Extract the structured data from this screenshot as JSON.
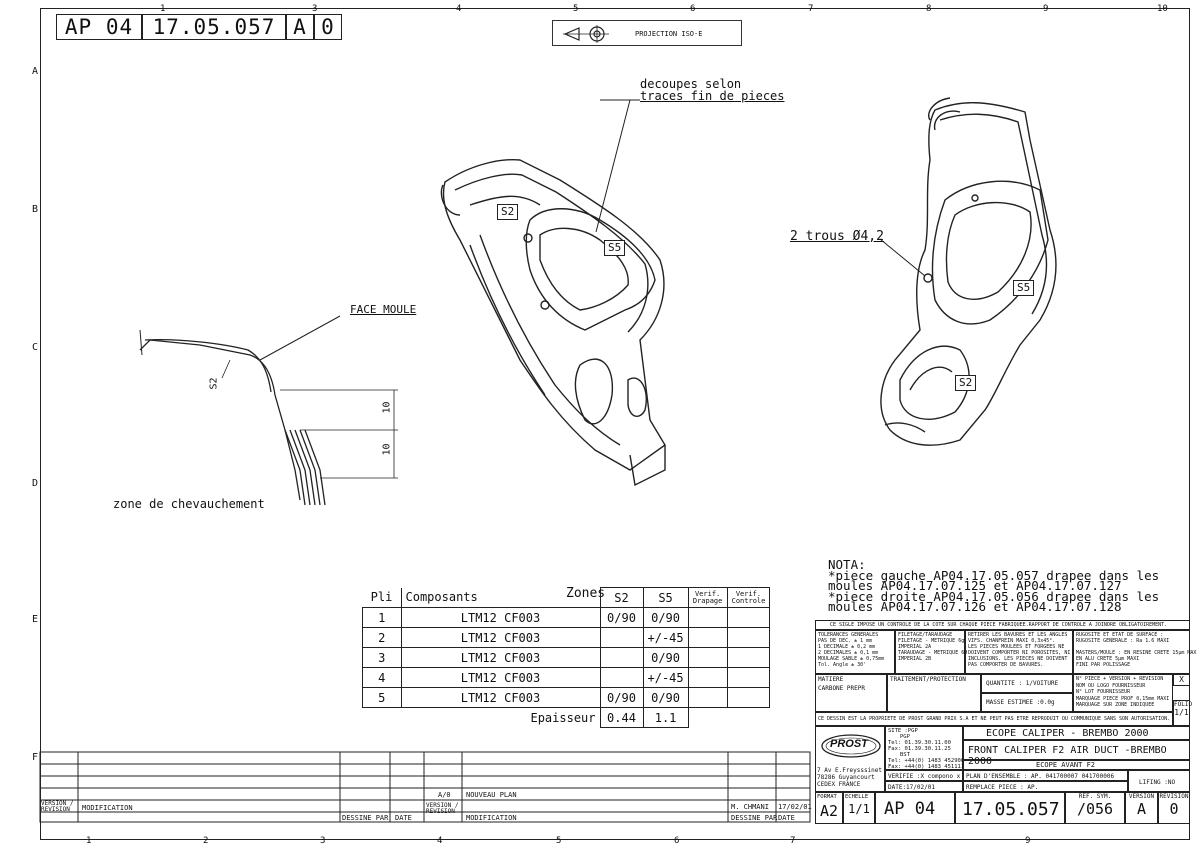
{
  "header": {
    "drawing_prefix": "AP 04",
    "drawing_number": "17.05.057",
    "revision_letter": "A",
    "revision_number": "0",
    "projection_label": "PROJECTION ISO-E"
  },
  "grid": {
    "columns": [
      "1",
      "2",
      "3",
      "4",
      "5",
      "6",
      "7",
      "8",
      "9",
      "10"
    ],
    "rows": [
      "A",
      "B",
      "C",
      "D",
      "E",
      "F"
    ]
  },
  "annotations": {
    "cut_note_line1": "decoupes selon",
    "cut_note_line2": "traces fin de pieces",
    "holes": "2 trous Ø4,2",
    "face_moule": "FACE MOULE",
    "overlap_zone": "zone de chevauchement",
    "dim_10_a": "10",
    "dim_10_b": "10",
    "section_label": "S2",
    "left_part_s2": "S2",
    "left_part_s5": "S5",
    "right_part_s5": "S5",
    "right_part_s2": "S2"
  },
  "notes": {
    "title": "NOTA:",
    "line1": "*piece gauche AP04.17.05.057 drapee dans les",
    "line2": "moules AP04.17.07.125 et AP04.17.07.127",
    "line3": "*piece droite AP04.17.05.056 drapee dans les",
    "line4": "moules AP04.17.07.126 et AP04.17.07.128"
  },
  "plies_table": {
    "col_ply": "Pli",
    "col_components": "Composants",
    "zones_label": "Zones",
    "col_s2": "S2",
    "col_s5": "S5",
    "col_verif_drapage": "Verif. Drapage",
    "col_verif_controle": "Verif. Controle",
    "rows": [
      {
        "ply": "1",
        "component": "LTM12 CF003",
        "s2": "0/90",
        "s5": "0/90"
      },
      {
        "ply": "2",
        "component": "LTM12 CF003",
        "s2": "",
        "s5": "+/-45"
      },
      {
        "ply": "3",
        "component": "LTM12 CF003",
        "s2": "",
        "s5": "0/90"
      },
      {
        "ply": "4",
        "component": "LTM12 CF003",
        "s2": "",
        "s5": "+/-45"
      },
      {
        "ply": "5",
        "component": "LTM12 CF003",
        "s2": "0/90",
        "s5": "0/90"
      }
    ],
    "thickness_label": "Epaisseur",
    "thickness_s2": "0.44",
    "thickness_s5": "1.1"
  },
  "title_block": {
    "sign_notice": "CE SIGLE IMPOSE UN CONTROLE DE LA COTE SUR CHAQUE PIECE FABRIQUEE.RAPPORT DE CONTROLE A JOINDRE OBLIGATOIREMENT.",
    "tolerances_title": "TOLERANCES GENERALES",
    "tolerances_lines": [
      "PAS DE DEC.   ± 1   mm",
      "1 DECIMALE    ± 0,2 mm",
      "2 DECIMALES   ± 0,1 mm",
      "MOULAGE SABLE ± 0,75mm",
      "Tol. Angle    ± 30'"
    ],
    "threading_title": "FILETAGE/TARAUDAGE",
    "threading_lines": [
      "FILETAGE - METRIQUE 6g",
      "IMPERIAL 2A",
      "TARAUDAGE - METRIQUE 6H",
      "IMPERIAL 2B"
    ],
    "edges_lines": [
      "RETIRER LES BAVURES ET LES ANGLES",
      "VIFS. CHANFREIN MAXI 0,3x45°.",
      "LES PIECES MOULEES ET FORGEES NE",
      "DOIVENT COMPORTER NI POROSITES, NI",
      "INCLUSIONS. LES PIECES NE DOIVENT",
      "PAS COMPORTER DE BAVURES."
    ],
    "roughness_lines": [
      "RUGOSITE ET ETAT DE SURFACE :",
      "RUGOSITE GENERALE : Ra 1.6 MAXI"
    ],
    "finish_lines": [
      "MASTERS/MOULE : EN RESINE CRETE 15µm MAX",
      "EN ALU CRETE 5µm MAXI",
      "FINI PAR POLISSAGE"
    ],
    "material_label": "MATIERE",
    "material_value": "CARBONE PREPR",
    "treatment_label": "TRAITEMENT/PROTECTION",
    "quantity": "QUANTITE : 1/VOITURE",
    "mass": "MASSE ESTIMEE :0.0g",
    "supplier_lines": [
      "N° PIECE + VERSION + REVISION",
      "NOM OU LOGO FOURNISSEUR",
      "N° LOT FOURNISSEUR",
      "MARQUAGE PIECE PROF 0,15mm MAXI",
      "MARQUAGE SUR ZONE INDIQUEE"
    ],
    "marking_x": "X",
    "folio_label": "FOLIO",
    "folio_value": "1/1",
    "property_notice": "CE DESSIN EST LA PROPRIETE DE PROST GRAND PRIX S.A ET NE PEUT PAS ETRE REPRODUIT OU COMMUNIQUE SANS SON AUTORISATION.",
    "company_logo": "PROST",
    "company_address": [
      "7 Av E.Freysssinet",
      "78286 Guyancourt",
      "CEDEX FRANCE"
    ],
    "site_label": "SITE :PGP",
    "site_lines": [
      "PGP",
      "Tel: 01.39.30.11.00",
      "Fax: 01.39.30.11.25"
    ],
    "site_lines2": [
      "BST",
      "Tel: +44(0) 1483 452900",
      "Fax: +44(0) 1483 451111"
    ],
    "title1": "ECOPE CALIPER - BREMBO 2000",
    "title2": "FRONT CALIPER F2 AIR DUCT -BREMBO 2000",
    "title3": "ECOPE AVANT F2",
    "verified": "VERIFIE :X compono x",
    "date": "DATE:17/02/01",
    "assembly_plan": "PLAN D'ENSEMBLE : AP. 041700007 041700006",
    "replaces": "REMPLACE PIECE  : AP.",
    "lifing": "LIFING :NO",
    "format_label": "FORMAT",
    "format_value": "A2",
    "scale_label": "ECHELLE",
    "scale_value": "1/1",
    "ref_label": "REF. SYM.",
    "ref_value": "/056",
    "version_label": "VERSION",
    "revision_label": "REVISION",
    "bottom_prefix": "AP  04",
    "bottom_number": "17.05.057",
    "bottom_version": "A",
    "bottom_revision": "0"
  },
  "revision_block": {
    "version_revision": "VERSION / REVISION",
    "modification": "MODIFICATION",
    "drawn_by": "DESSINE PAR",
    "date": "DATE",
    "av0": "A/0",
    "new_plan": "NOUVEAU PLAN",
    "drawer_name": "M. CHMANI",
    "drawer_date": "17/02/01"
  }
}
